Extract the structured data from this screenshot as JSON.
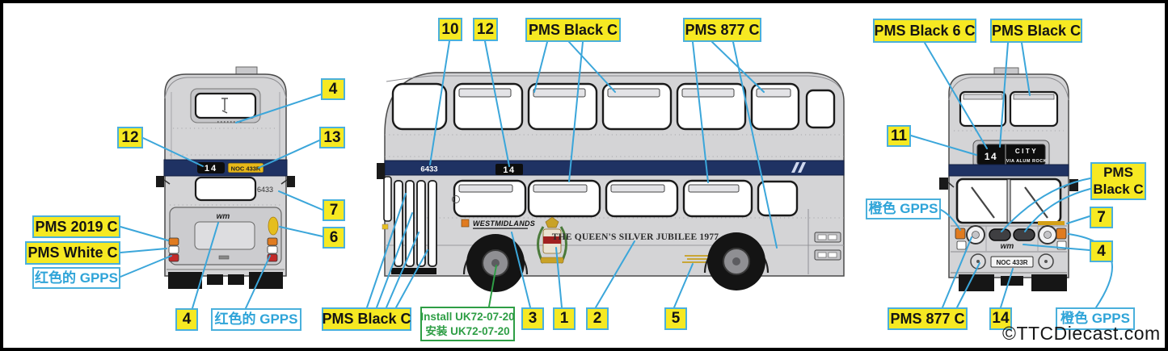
{
  "watermark": "©TTCDiecast.com",
  "callouts": {
    "rear_4_top": "4",
    "rear_12": "12",
    "rear_13": "13",
    "rear_7": "7",
    "rear_6": "6",
    "pms_2019_c": "PMS 2019 C",
    "pms_white_c": "PMS White C",
    "red_gpps_side": "红色的 GPPS",
    "rear_4_bottom": "4",
    "red_gpps_bottom": "红色的 GPPS",
    "side_10": "10",
    "side_12": "12",
    "side_pms_black_c_top": "PMS Black C",
    "side_pms_877_c": "PMS 877 C",
    "side_pms_black_c_bottom": "PMS Black C",
    "install_line1": "Install UK72-07-20",
    "install_line2": "安装  UK72-07-20",
    "side_3": "3",
    "side_1": "1",
    "side_2": "2",
    "side_5": "5",
    "front_pms_black_6_c": "PMS Black 6 C",
    "front_pms_black_c_top": "PMS Black C",
    "front_11": "11",
    "front_pms_black_c_right_1": "PMS",
    "front_pms_black_c_right_2": "Black C",
    "front_7": "7",
    "front_4": "4",
    "orange_gpps_left": "橙色 GPPS",
    "front_pms_877_c": "PMS 877 C",
    "front_14": "14",
    "orange_gpps_right": "橙色 GPPS"
  },
  "bus": {
    "rear": {
      "route": "14",
      "plate": "NOC 433R",
      "fleet": "6433",
      "logo": "wm"
    },
    "side": {
      "fleet": "6433",
      "route": "14",
      "fleetname": "WESTMIDLANDS",
      "jubilee": "THE QUEEN'S SILVER JUBILEE 1977"
    },
    "front": {
      "route": "14",
      "dest_line1": "CITY",
      "dest_line2": "VIA ALUM ROCK",
      "plate": "NOC 433R",
      "logo": "wm"
    }
  },
  "colors": {
    "leader_line": "#3BA6DA",
    "label_yellow": "#F6E922",
    "label_border_cyan": "#4AB0DC",
    "install_green": "#2E9E45",
    "navy_band": "#1F3263",
    "body_gray": "#D4D4D6",
    "plate_yellow": "#E8B818",
    "indicator_orange": "#E07B20",
    "lens_red": "#C22A2A"
  }
}
